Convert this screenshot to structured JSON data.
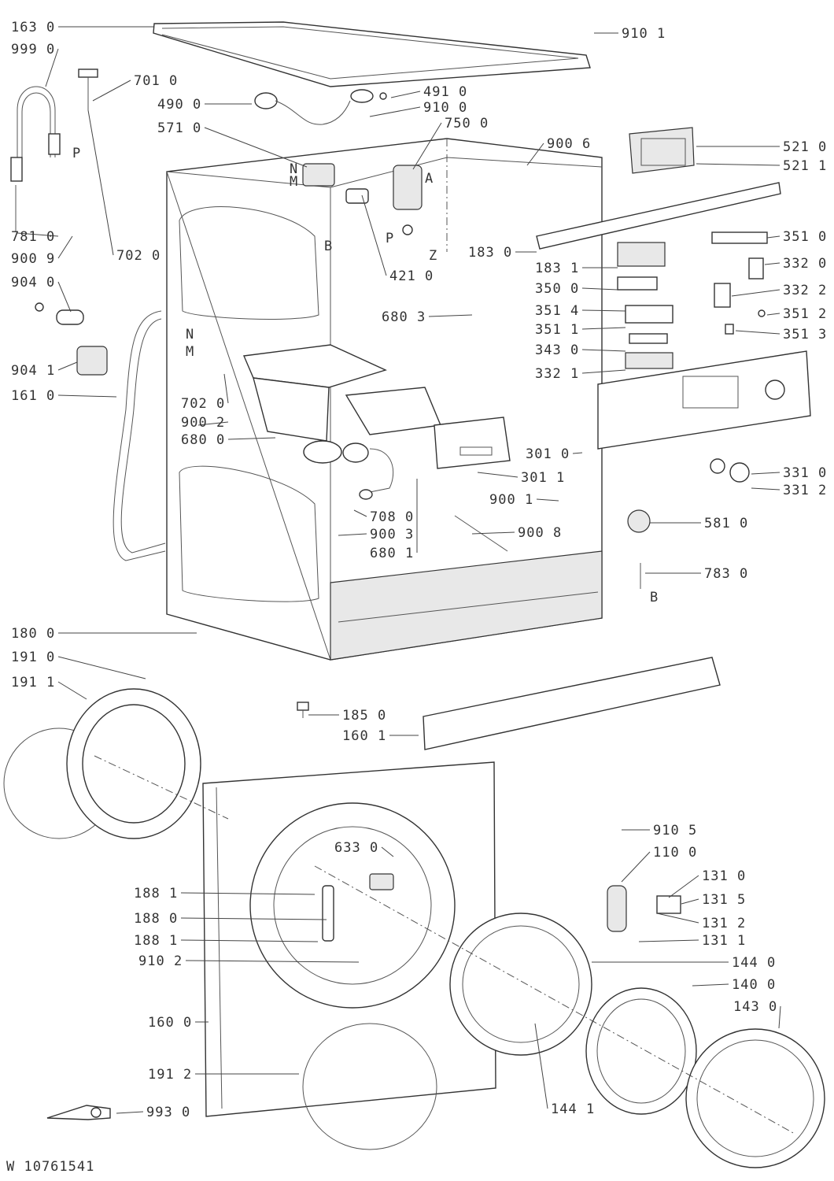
{
  "drawing_id": "W 10761541",
  "letters": [
    "N",
    "M",
    "N",
    "M",
    "A",
    "P",
    "P",
    "Z",
    "B",
    "B"
  ],
  "callouts": [
    {
      "code": "163 0",
      "part": "top-cover"
    },
    {
      "code": "999 0",
      "part": "inlet-hose"
    },
    {
      "code": "701 0",
      "part": "detergent-pipe"
    },
    {
      "code": "491 0",
      "part": "filter-bracket"
    },
    {
      "code": "490 0",
      "part": "filter"
    },
    {
      "code": "910 0",
      "part": "screw"
    },
    {
      "code": "571 0",
      "part": "inlet-valve"
    },
    {
      "code": "750 0",
      "part": "pump"
    },
    {
      "code": "900 6",
      "part": "fastener"
    },
    {
      "code": "521 0",
      "part": "control-module"
    },
    {
      "code": "521 1",
      "part": "control-module"
    },
    {
      "code": "910 1",
      "part": "screw"
    },
    {
      "code": "781 0",
      "part": "hose-clip"
    },
    {
      "code": "900 9",
      "part": "screw"
    },
    {
      "code": "702 0",
      "part": "hose"
    },
    {
      "code": "421 0",
      "part": "heater"
    },
    {
      "code": "183 0",
      "part": "control-panel-frame"
    },
    {
      "code": "183 1",
      "part": "control-panel-frame"
    },
    {
      "code": "351 0",
      "part": "button"
    },
    {
      "code": "332 0",
      "part": "knob"
    },
    {
      "code": "350 0",
      "part": "pcb"
    },
    {
      "code": "332 2",
      "part": "knob"
    },
    {
      "code": "351 4",
      "part": "button"
    },
    {
      "code": "351 2",
      "part": "button"
    },
    {
      "code": "904 0",
      "part": "fastener"
    },
    {
      "code": "680 3",
      "part": "duct"
    },
    {
      "code": "351 1",
      "part": "button"
    },
    {
      "code": "351 3",
      "part": "button"
    },
    {
      "code": "343 0",
      "part": "display"
    },
    {
      "code": "332 1",
      "part": "knob"
    },
    {
      "code": "904 1",
      "part": "fastener"
    },
    {
      "code": "161 0",
      "part": "gasket"
    },
    {
      "code": "702 0",
      "part": "hose"
    },
    {
      "code": "900 2",
      "part": "screw"
    },
    {
      "code": "680 0",
      "part": "drawer-housing"
    },
    {
      "code": "301 0",
      "part": "detergent-drawer"
    },
    {
      "code": "301 1",
      "part": "detergent-drawer"
    },
    {
      "code": "900 1",
      "part": "screw"
    },
    {
      "code": "331 0",
      "part": "program-knob"
    },
    {
      "code": "331 2",
      "part": "program-knob"
    },
    {
      "code": "708 0",
      "part": "drain-hose"
    },
    {
      "code": "900 3",
      "part": "screw"
    },
    {
      "code": "680 1",
      "part": "duct"
    },
    {
      "code": "900 8",
      "part": "screw"
    },
    {
      "code": "581 0",
      "part": "pressure-switch"
    },
    {
      "code": "783 0",
      "part": "cable"
    },
    {
      "code": "180 0",
      "part": "cabinet"
    },
    {
      "code": "191 0",
      "part": "door-seal"
    },
    {
      "code": "191 1",
      "part": "door-seal"
    },
    {
      "code": "185 0",
      "part": "foot"
    },
    {
      "code": "160 1",
      "part": "kickplate"
    },
    {
      "code": "633 0",
      "part": "door-lock"
    },
    {
      "code": "910 5",
      "part": "screw"
    },
    {
      "code": "110 0",
      "part": "door-handle"
    },
    {
      "code": "131 0",
      "part": "hinge"
    },
    {
      "code": "131 5",
      "part": "hinge"
    },
    {
      "code": "131 2",
      "part": "hinge"
    },
    {
      "code": "131 1",
      "part": "hinge"
    },
    {
      "code": "188 1",
      "part": "latch"
    },
    {
      "code": "188 0",
      "part": "latch"
    },
    {
      "code": "188 1",
      "part": "latch"
    },
    {
      "code": "910 2",
      "part": "screw"
    },
    {
      "code": "144 0",
      "part": "door-frame"
    },
    {
      "code": "140 0",
      "part": "door-glass"
    },
    {
      "code": "143 0",
      "part": "door-ring"
    },
    {
      "code": "160 0",
      "part": "front-panel"
    },
    {
      "code": "191 2",
      "part": "door-seal"
    },
    {
      "code": "993 0",
      "part": "wrench"
    },
    {
      "code": "144 1",
      "part": "door-frame"
    }
  ]
}
